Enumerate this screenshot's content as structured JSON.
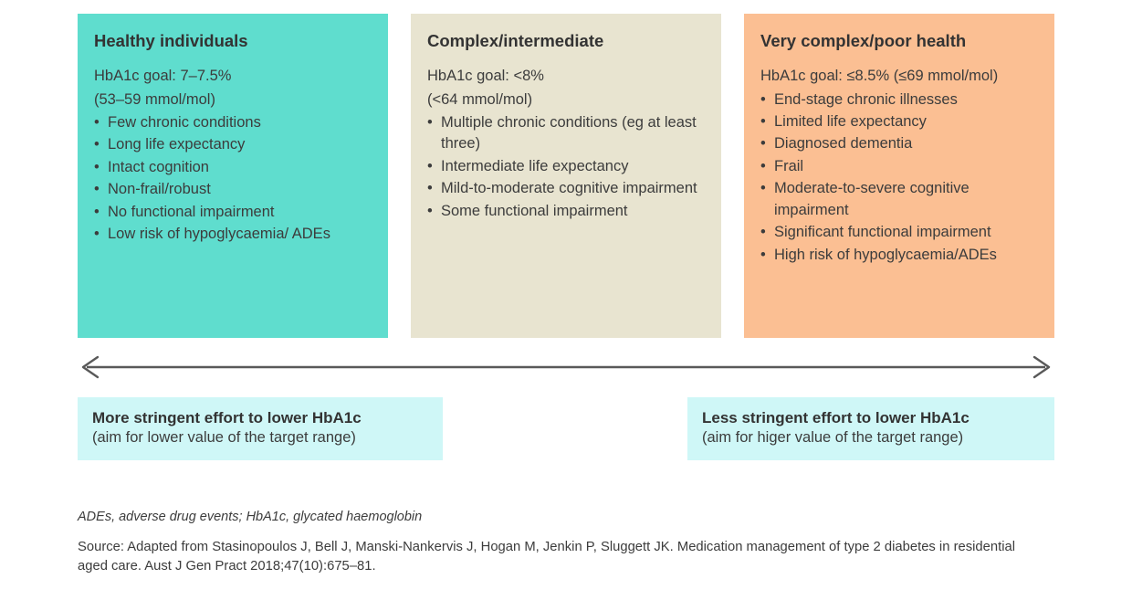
{
  "panels": [
    {
      "title": "Healthy individuals",
      "goal_lines": [
        "HbA1c goal: 7–7.5%",
        "(53–59 mmol/mol)"
      ],
      "bullets": [
        "Few chronic conditions",
        "Long life expectancy",
        "Intact cognition",
        "Non-frail/robust",
        "No functional impairment",
        "Low risk of hypoglycaemia/ ADEs"
      ],
      "color": "#5FDDCE"
    },
    {
      "title": "Complex/intermediate",
      "goal_lines": [
        "HbA1c goal: <8%",
        "(<64 mmol/mol)"
      ],
      "bullets": [
        "Multiple chronic conditions (eg at least three)",
        "Intermediate life expectancy",
        "Mild-to-moderate cognitive impairment",
        "Some functional impairment"
      ],
      "color": "#E8E4D0"
    },
    {
      "title": "Very complex/poor health",
      "goal_lines": [
        "HbA1c goal: ≤8.5% (≤69 mmol/mol)"
      ],
      "bullets": [
        "End-stage chronic illnesses",
        "Limited life expectancy",
        "Diagnosed dementia",
        "Frail",
        "Moderate-to-severe cognitive impairment",
        "Significant functional impairment",
        "High risk of hypoglycaemia/ADEs"
      ],
      "color": "#FBBF93"
    }
  ],
  "bullet_glyph": "•",
  "arrow": {
    "label": "bidirectional-axis",
    "color": "#595959"
  },
  "callouts": {
    "left": {
      "title": "More stringent effort to lower HbA1c",
      "subtitle": "(aim for lower value of the target range)",
      "color": "#CFF7F7"
    },
    "right": {
      "title": "Less stringent effort to lower HbA1c",
      "subtitle": "(aim for higer value of the target range)",
      "color": "#CFF7F7"
    }
  },
  "footnotes": {
    "abbreviations": "ADEs, adverse drug events; HbA1c, glycated haemoglobin",
    "source": "Source: Adapted from Stasinopoulos J, Bell J, Manski-Nankervis J, Hogan M, Jenkin P, Sluggett JK. Medication management of type 2 diabetes in residential aged care. Aust J Gen Pract 2018;47(10):675–81."
  }
}
